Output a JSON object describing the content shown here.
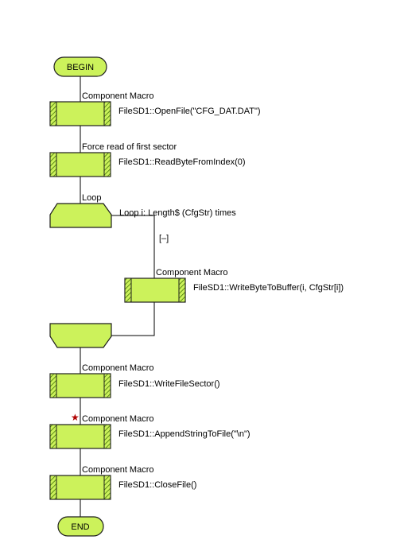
{
  "colors": {
    "fill": "#ccf25b",
    "stroke": "#1e1e1e",
    "hatch": "#3a6e00",
    "line": "#000000",
    "bookmark": "#b00000",
    "background": "#ffffff"
  },
  "flow": {
    "begin": "BEGIN",
    "end": "END",
    "steps": [
      {
        "kind": "macro",
        "label": "Component Macro",
        "call": "FileSD1::OpenFile(\"CFG_DAT.DAT\")"
      },
      {
        "kind": "macro",
        "label": "Force read of first sector",
        "call": "FileSD1::ReadByteFromIndex(0)"
      },
      {
        "kind": "loop",
        "label": "Loop",
        "condition": "Loop i: Length$ (CfgStr) times",
        "collapse": "[–]",
        "body": {
          "label": "Component Macro",
          "call": "FileSD1::WriteByteToBuffer(i, CfgStr[i])"
        }
      },
      {
        "kind": "macro",
        "label": "Component Macro",
        "call": "FileSD1::WriteFileSector()"
      },
      {
        "kind": "macro",
        "label": "Component Macro",
        "call": "FileSD1::AppendStringToFile(\"\\n\")",
        "bookmark": true
      },
      {
        "kind": "macro",
        "label": "Component Macro",
        "call": "FileSD1::CloseFile()"
      }
    ]
  }
}
